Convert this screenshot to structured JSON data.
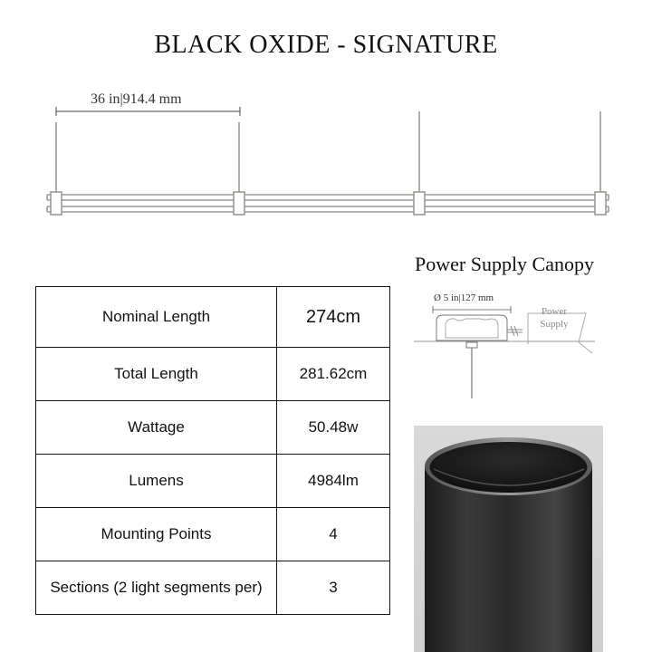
{
  "title": "BLACK OXIDE - SIGNATURE",
  "dimension_label": "36 in|914.4 mm",
  "canopy": {
    "title": "Power Supply Canopy",
    "dimension": "Ø 5 in|127 mm",
    "power_supply_line1": "Power",
    "power_supply_line2": "Supply"
  },
  "specs": [
    {
      "label": "Nominal Length",
      "value": "274cm"
    },
    {
      "label": "Total Length",
      "value": "281.62cm"
    },
    {
      "label": "Wattage",
      "value": "50.48w"
    },
    {
      "label": "Lumens",
      "value": "4984lm"
    },
    {
      "label": "Mounting Points",
      "value": "4"
    },
    {
      "label": "Sections (2 light segments per)",
      "value": "3"
    }
  ],
  "colors": {
    "fixture_line": "#9a9a94",
    "finish": "#2a2a2a"
  }
}
